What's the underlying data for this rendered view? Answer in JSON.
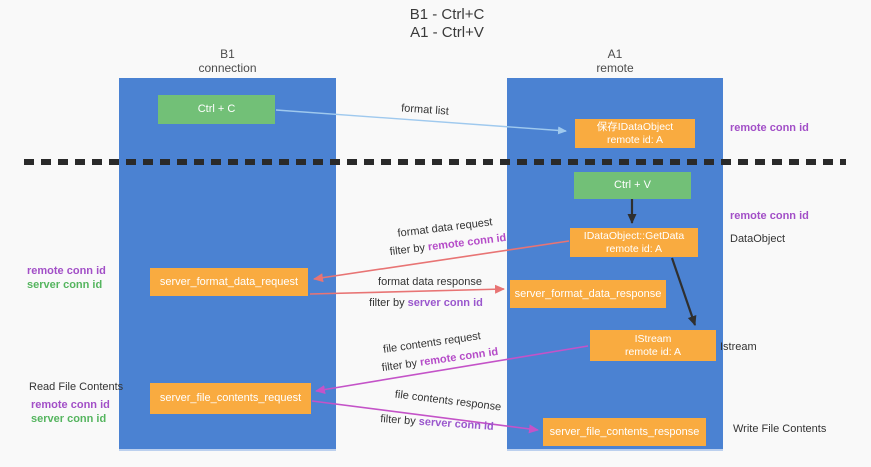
{
  "title": {
    "line1": "B1 - Ctrl+C",
    "line2": "A1 - Ctrl+V"
  },
  "columns": {
    "left": {
      "name": "B1",
      "role": "connection"
    },
    "right": {
      "name": "A1",
      "role": "remote"
    }
  },
  "boxes": {
    "ctrl_c": {
      "label": "Ctrl + C"
    },
    "save_dataobject": {
      "line1": "保存IDataObject",
      "line2": "remote id: A"
    },
    "ctrl_v": {
      "label": "Ctrl + V"
    },
    "getdata": {
      "line1": "IDataObject::GetData",
      "line2": "remote id: A"
    },
    "format_request": {
      "label": "server_format_data_request"
    },
    "format_response": {
      "label": "server_format_data_response"
    },
    "istream": {
      "line1": "IStream",
      "line2": "remote id: A"
    },
    "file_request": {
      "label": "server_file_contents_request"
    },
    "file_response": {
      "label": "server_file_contents_response"
    }
  },
  "flow_labels": {
    "format_list": "format list",
    "format_request": {
      "title": "format data request",
      "filter_prefix": "filter by ",
      "filter_key": "remote conn id"
    },
    "format_response": {
      "title": "format data response",
      "filter_prefix": "filter by ",
      "filter_key": "server conn id"
    },
    "file_request": {
      "title": "file contents request",
      "filter_prefix": "filter by ",
      "filter_key": "remote conn id"
    },
    "file_response": {
      "title": "file contents response",
      "filter_prefix": "filter by ",
      "filter_key": "server conn id"
    }
  },
  "side_labels": {
    "right_remote_1": "remote conn id",
    "right_remote_2": "remote conn id",
    "dataobject": "DataObject",
    "istream": "Istream",
    "write_file": "Write File Contents",
    "left_remote_1": "remote conn id",
    "left_server_1": "server conn id",
    "read_file": "Read File Contents",
    "left_remote_2": "remote conn id",
    "left_server_2": "server conn id"
  },
  "colors": {
    "column_blue": "#4b82d2",
    "box_green": "#72c077",
    "box_orange": "#f9ab40",
    "purple_label": "#a24fc7",
    "magenta_label": "#b54cc8",
    "green_label": "#55b55f",
    "arrow_blue": "#9fc9ee",
    "arrow_red": "#e87474",
    "arrow_magenta": "#c453c8",
    "arrow_black": "#2f2f2f",
    "dashed_line": "#2a2a2a"
  }
}
